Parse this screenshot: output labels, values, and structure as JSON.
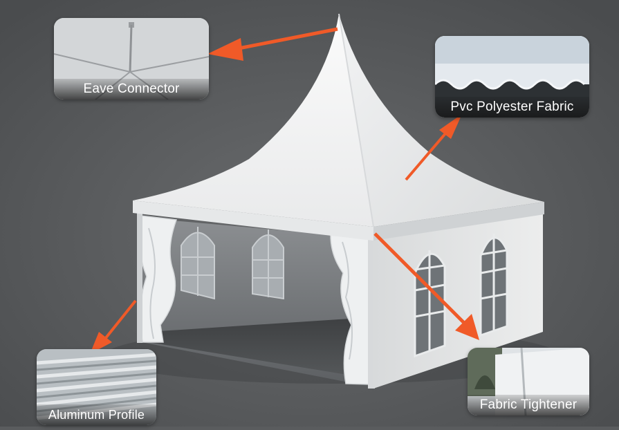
{
  "photo": {
    "subject": "white pagoda tent",
    "colors": {
      "background": "#5a5c5e",
      "tent_fabric": "#f4f5f6",
      "arrow": "#f05a28"
    }
  },
  "callouts": {
    "eave_connector": {
      "label": "Eave Connector"
    },
    "pvc_fabric": {
      "label": "Pvc Polyester Fabric"
    },
    "aluminum_profile": {
      "label": "Aluminum Profile"
    },
    "fabric_tightener": {
      "label": "Fabric Tightener"
    }
  }
}
